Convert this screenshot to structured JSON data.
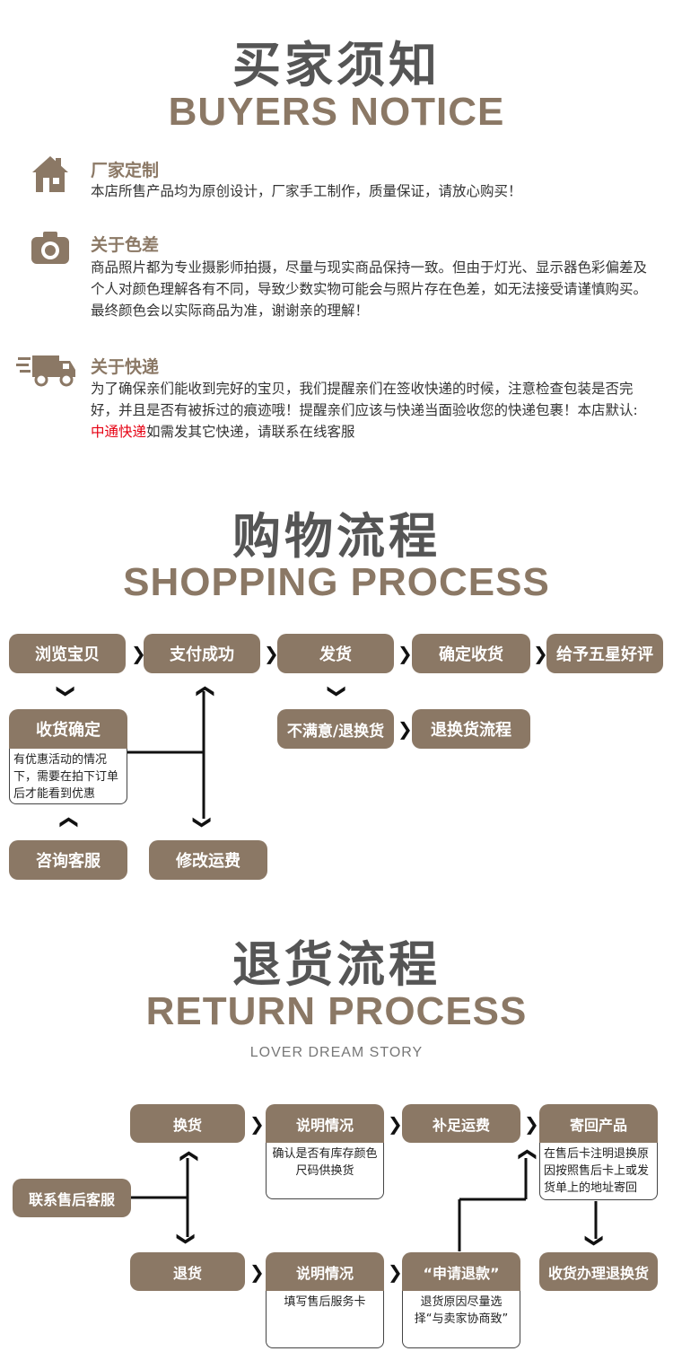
{
  "notice": {
    "title_cn": "买家须知",
    "title_en": "BUYERS NOTICE",
    "items": [
      {
        "icon": "house-icon",
        "heading": "厂家定制",
        "body": "本店所售产品均为原创设计，厂家手工制作，质量保证，请放心购买！"
      },
      {
        "icon": "camera-icon",
        "heading": "关于色差",
        "body": "商品照片都为专业摄影师拍摄，尽量与现实商品保持一致。但由于灯光、显示器色彩偏差及个人对颜色理解各有不同，导致少数实物可能会与照片存在色差，如无法接受请谨慎购买。最终颜色会以实际商品为准，谢谢亲的理解！"
      },
      {
        "icon": "delivery-truck-icon",
        "heading": "关于快递",
        "body_before": "为了确保亲们能收到完好的宝贝，我们提醒亲们在签收快递的时候，注意检查包装是否完好，并且是否有被拆过的痕迹哦！提醒亲们应该与快递当面验收您的快递包裹！本店默认: ",
        "body_highlight": "中通快递",
        "body_after": "如需发其它快递，请联系在线客服"
      }
    ]
  },
  "shopping": {
    "title_cn": "购物流程",
    "title_en": "SHOPPING PROCESS",
    "steps": {
      "browse": "浏览宝贝",
      "pay": "支付成功",
      "ship": "发货",
      "confirm": "确定收货",
      "rate": "给予五星好评",
      "receive_confirm": "收货确定",
      "receive_note": "有优惠活动的情况下，需要在拍下订单后才能看到优惠",
      "unsatisfied": "不满意/退换货",
      "return_flow": "退换货流程",
      "consult": "咨询客服",
      "modify_shipping": "修改运费"
    }
  },
  "returns": {
    "title_cn": "退货流程",
    "title_en": "RETURN PROCESS",
    "subtitle": "LOVER DREAM STORY",
    "steps": {
      "contact": "联系售后客服",
      "exchange": "换货",
      "explain1": "说明情况",
      "explain1_note": "确认是否有库存颜色尺码供换货",
      "extra_fee": "补足运费",
      "send_back": "寄回产品",
      "send_back_note": "在售后卡注明退换原因按照售后卡上或发货单上的地址寄回",
      "refund_goods": "退货",
      "explain2": "说明情况",
      "explain2_note": "填写售后服务卡",
      "apply_refund": "“申请退款”",
      "apply_refund_note": "退货原因尽量选择“与卖家协商致”",
      "process_receive": "收货办理退换货"
    }
  },
  "colors": {
    "accent": "#8b7865",
    "title_gray": "#555555",
    "highlight_red": "#e60012"
  }
}
